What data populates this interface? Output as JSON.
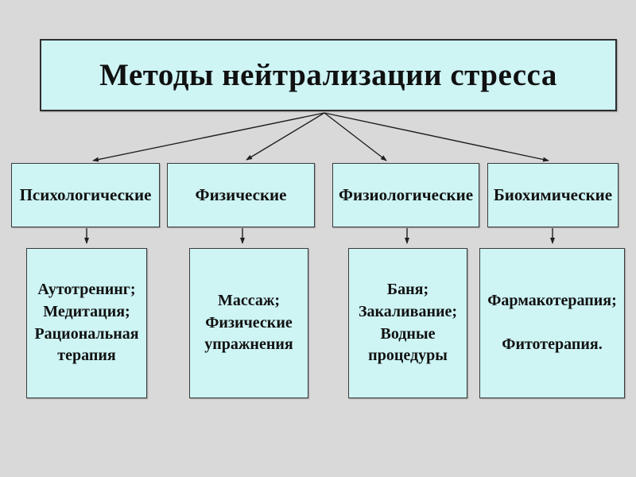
{
  "title": "Методы нейтрализации стресса",
  "columns": [
    {
      "category": "Психологические",
      "details": "Аутотренинг;\nМедитация;\nРациональная\nтерапия"
    },
    {
      "category": "Физические",
      "details": "Массаж;\nФизические\nупражнения"
    },
    {
      "category": "Физиологические",
      "details": "Баня;\nЗакаливание;\nВодные\nпроцедуры"
    },
    {
      "category": "Биохимические",
      "details": "Фармакотерапия;\n\nФитотерапия."
    }
  ],
  "colors": {
    "background": "#d9d9d9",
    "box_fill": "#cef4f4",
    "box_border": "#3a3a3a",
    "text": "#111111",
    "arrow": "#1f1f1f"
  }
}
